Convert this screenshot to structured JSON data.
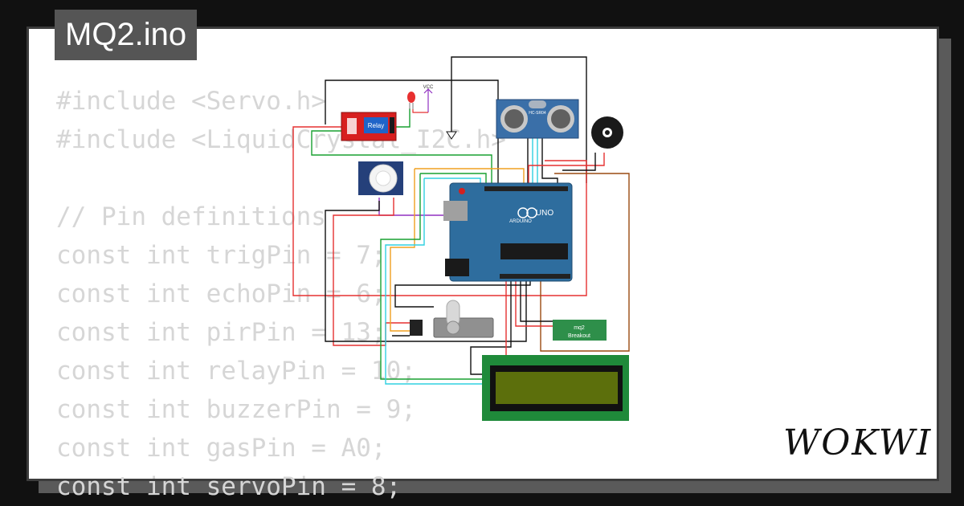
{
  "title": "MQ2.ino",
  "brand": "WOKWI",
  "code_lines": [
    "#include <Servo.h>",
    "#include <LiquidCrystal_I2C.h>",
    "",
    "// Pin definitions",
    "const int trigPin = 7;",
    "const int echoPin = 6;",
    "const int pirPin = 13;",
    "const int relayPin = 10;",
    "const int buzzerPin = 9;",
    "const int gasPin = A0;",
    "const int servoPin = 8;"
  ],
  "components": {
    "relay_label": "Relay",
    "vcc_label": "VCC",
    "ultrasonic_label": "HC-SR04",
    "arduino_brand": "ARDUINO",
    "arduino_model": "UNO",
    "mq2_line1": "mq2",
    "mq2_line2": "Breakout"
  },
  "colors": {
    "background": "#111111",
    "card": "#ffffff",
    "arduino": "#2e6d9e",
    "relay": "#d71f1f",
    "sensor_board": "#3a6fa8",
    "lcd_board": "#1f8a3a",
    "lcd_screen": "#5c6f0c",
    "mq2_board": "#2e8f4a"
  }
}
